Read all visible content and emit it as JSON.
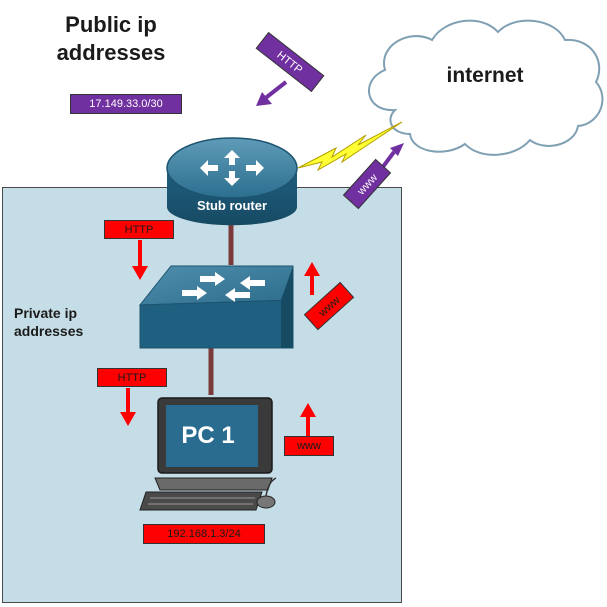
{
  "public": {
    "title": "Public ip addresses",
    "network": "17.149.33.0/30"
  },
  "private": {
    "title": "Private ip addresses",
    "host_ip": "192.168.1.3/24"
  },
  "cloud": {
    "label": "internet"
  },
  "router": {
    "label": "Stub router"
  },
  "pc": {
    "label": "PC 1"
  },
  "packets": {
    "http_purple": "HTTP",
    "www_purple": "www",
    "http_red_1": "HTTP",
    "www_red_1": "www",
    "http_red_2": "HTTP",
    "www_red_2": "www"
  },
  "colors": {
    "private_zone": "#c5dde6",
    "device": "#1f5f7f",
    "public_tag": "#7030a0",
    "private_tag": "#ff0000",
    "link": "#7b3b3b",
    "lightning": "#ffff33"
  }
}
